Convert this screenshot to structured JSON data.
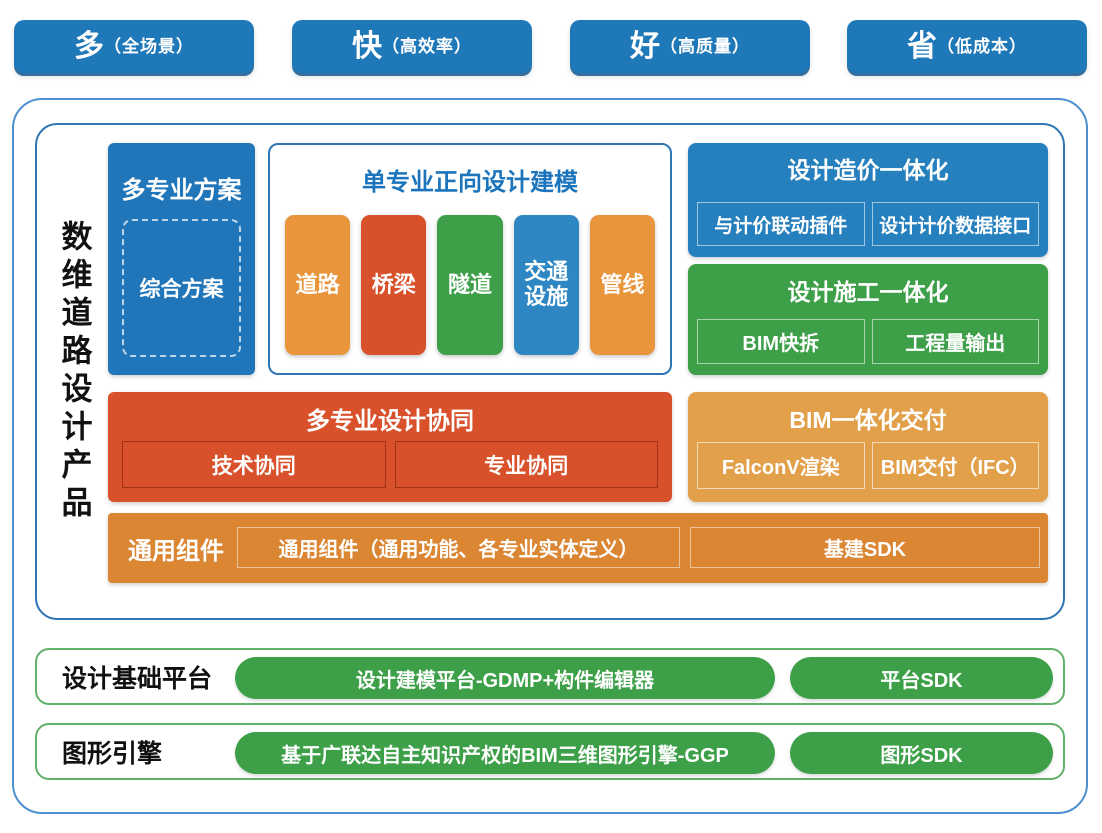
{
  "badges": {
    "items": [
      {
        "main": "多",
        "sub": "（全场景）"
      },
      {
        "main": "快",
        "sub": "（高效率）"
      },
      {
        "main": "好",
        "sub": "（高质量）"
      },
      {
        "main": "省",
        "sub": "（低成本）"
      }
    ]
  },
  "product": {
    "side_title": "数维道路设计产品",
    "multi_plan": {
      "title": "多专业方案",
      "inner": "综合方案",
      "color": "#2176B9"
    },
    "single_modeling": {
      "title": "单专业正向设计建模",
      "items": [
        {
          "label": "道路",
          "color": "#E9953C"
        },
        {
          "label": "桥梁",
          "color": "#D8512A"
        },
        {
          "label": "隧道",
          "color": "#3DA048"
        },
        {
          "label": "交通设施",
          "color": "#2E86C3"
        },
        {
          "label": "管线",
          "color": "#E9953C"
        }
      ]
    },
    "cost": {
      "title": "设计造价一体化",
      "item1": "与计价联动插件",
      "item2": "设计计价数据接口",
      "color": "#2780BE"
    },
    "construction": {
      "title": "设计施工一体化",
      "item1": "BIM快拆",
      "item2": "工程量输出",
      "color": "#3DA048"
    },
    "collab": {
      "title": "多专业设计协同",
      "item1": "技术协同",
      "item2": "专业协同",
      "color": "#D8512A"
    },
    "bim_delivery": {
      "title": "BIM一体化交付",
      "item1": "FalconV渲染",
      "item2": "BIM交付（IFC）",
      "color": "#E2A04B"
    },
    "common": {
      "label": "通用组件",
      "item1": "通用组件（通用功能、各专业实体定义）",
      "item2": "基建SDK",
      "color": "#DB8633"
    }
  },
  "platform_row": {
    "label": "设计基础平台",
    "pill1": "设计建模平台-GDMP+构件编辑器",
    "pill2": "平台SDK"
  },
  "engine_row": {
    "label": "图形引擎",
    "pill1": "基于广联达自主知识产权的BIM三维图形引擎-GGP",
    "pill2": "图形SDK"
  },
  "colors": {
    "badge_blue": "#1F78B8",
    "outer_border": "#4E8FD0",
    "inner_border": "#2E75B6",
    "title_blue": "#1C75BC",
    "green": "#3DA048",
    "green_border": "#63B06A",
    "orange": "#E9953C",
    "red_orange": "#D8512A",
    "light_orange": "#E2A04B",
    "dark_orange": "#DB8633"
  }
}
